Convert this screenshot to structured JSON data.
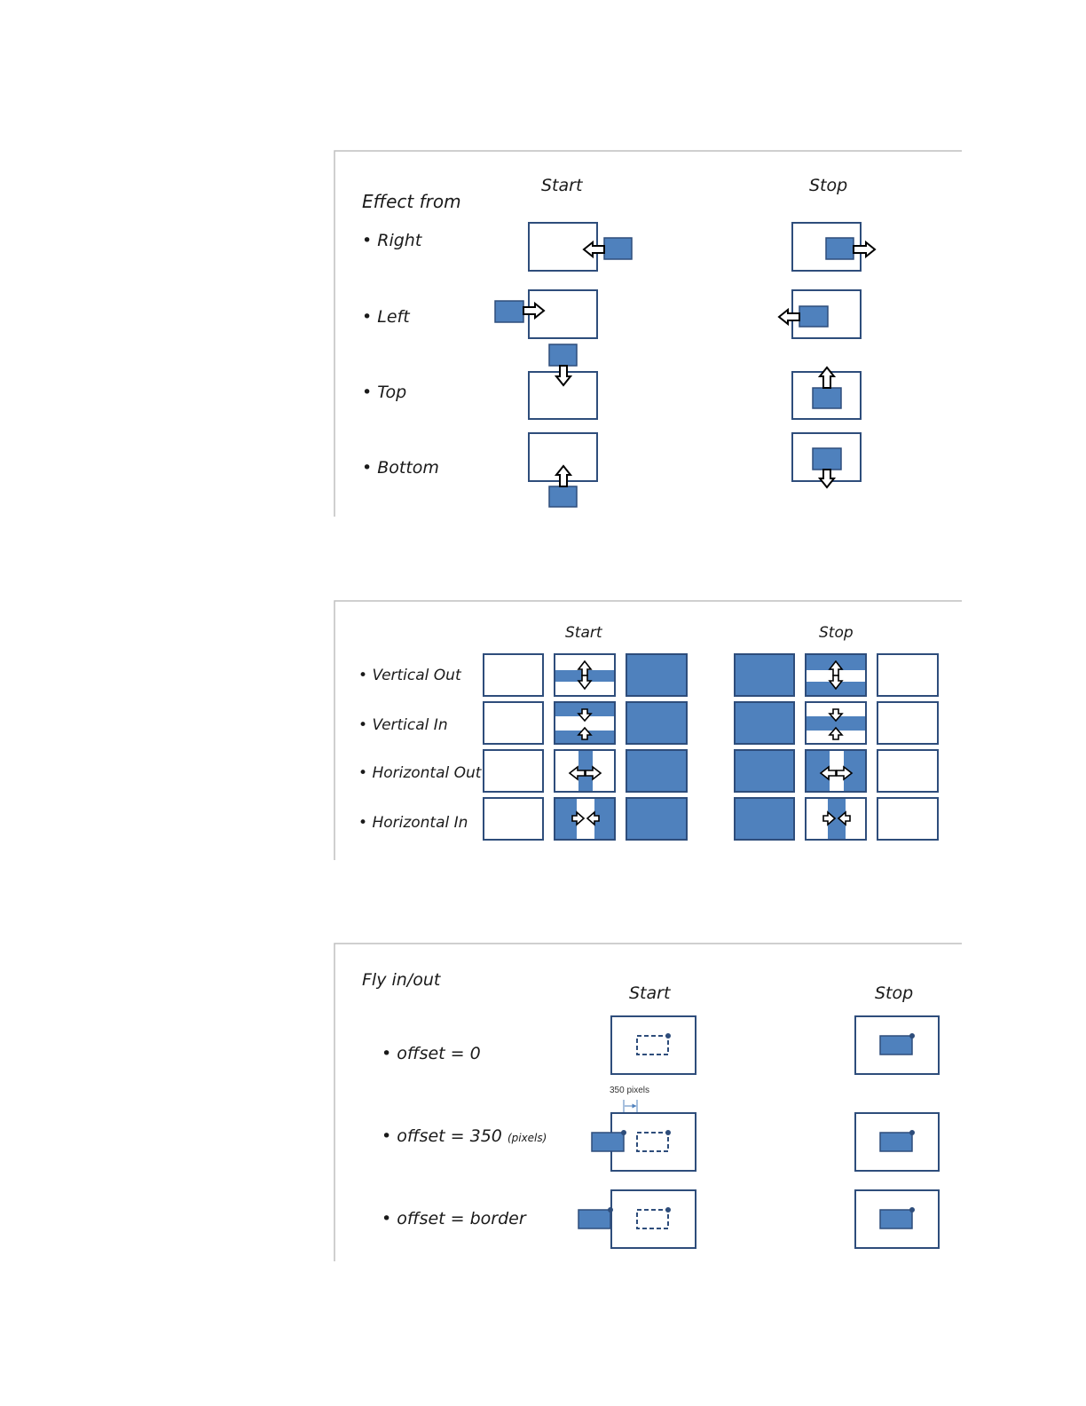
{
  "colors": {
    "accent": "#4F81BD",
    "border": "#2E4D7B",
    "frame": "#bfbfbf",
    "text": "#1a1a1a"
  },
  "panel1": {
    "heading": "Effect from",
    "start_label": "Start",
    "stop_label": "Stop",
    "rows": [
      {
        "label": "Right"
      },
      {
        "label": "Left"
      },
      {
        "label": "Top"
      },
      {
        "label": "Bottom"
      }
    ]
  },
  "panel2": {
    "start_label": "Start",
    "stop_label": "Stop",
    "rows": [
      {
        "label": "Vertical Out"
      },
      {
        "label": "Vertical In"
      },
      {
        "label": "Horizontal Out"
      },
      {
        "label": "Horizontal In"
      }
    ]
  },
  "panel3": {
    "heading": "Fly in/out",
    "start_label": "Start",
    "stop_label": "Stop",
    "measure_label": "350 pixels",
    "rows": [
      {
        "label": "offset  = 0",
        "note": ""
      },
      {
        "label": "offset  = 350",
        "note": "(pixels)"
      },
      {
        "label": "offset  = border",
        "note": ""
      }
    ]
  }
}
